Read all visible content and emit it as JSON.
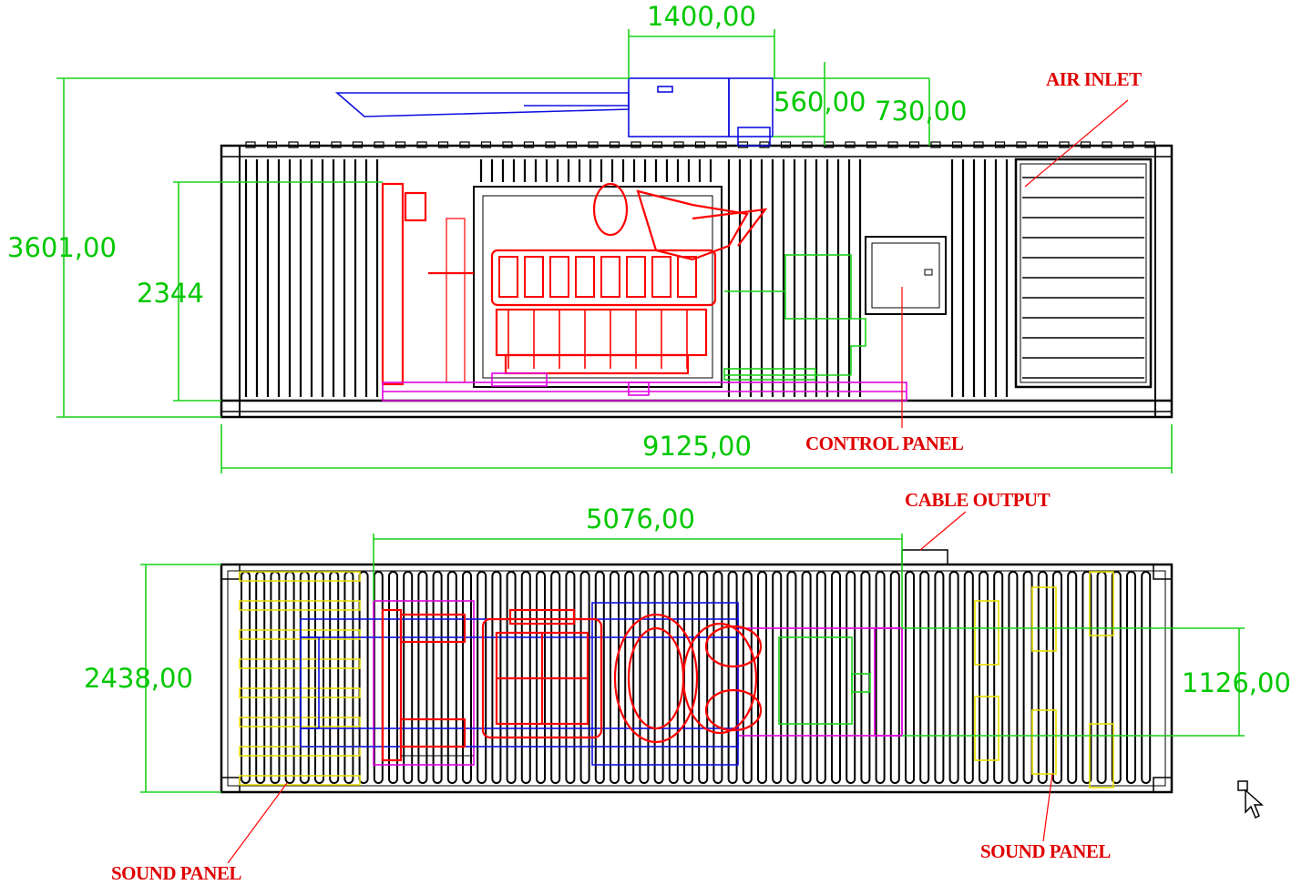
{
  "dimensions": {
    "exhaust_width": "1400,00",
    "exhaust_height": "560,00",
    "roof_clearance": "730,00",
    "total_height": "3601,00",
    "door_height": "2344",
    "container_length": "9125,00",
    "engine_offset": "5076,00",
    "container_width": "2438,00",
    "skid_width": "1126,00"
  },
  "callouts": {
    "air_inlet": "AIR INLET",
    "control_panel": "CONTROL PANEL",
    "cable_output": "CABLE OUTPUT",
    "sound_panel_left": "SOUND PANEL",
    "sound_panel_right": "SOUND PANEL"
  },
  "colors": {
    "dimension": "#19d219",
    "callout": "#e00000",
    "container": "#000000",
    "engine": "#ff0000",
    "exhaust": "#1010e0",
    "skid": "#e000e0",
    "sound_panel": "#e8e000"
  },
  "icons": {
    "cursor": "mouse-pointer-icon"
  }
}
